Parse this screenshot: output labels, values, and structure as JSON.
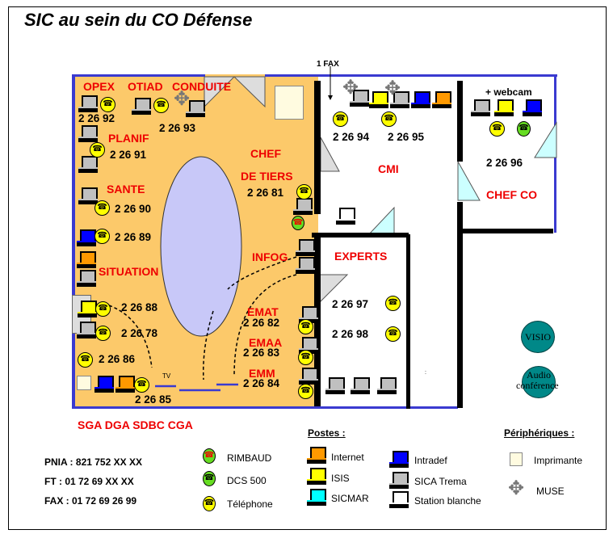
{
  "title": "SIC au sein du CO Défense",
  "rooms": {
    "opex": "OPEX",
    "otiad": "OTIAD",
    "conduite": "CONDUITE",
    "planif": "PLANIF",
    "sante": "SANTE",
    "situation": "SITUATION",
    "chef_de_tiers_1": "CHEF",
    "chef_de_tiers_2": "DE TIERS",
    "infog": "INFOG",
    "emat": "EMAT",
    "emaa": "EMAA",
    "emm": "EMM",
    "cmi": "CMI",
    "chef_co": "CHEF CO",
    "experts": "EXPERTS",
    "sga": "SGA DGA SDBC CGA"
  },
  "numbers": {
    "n92": "2 26 92",
    "n93": "2 26 93",
    "n91": "2 26 91",
    "n90": "2 26 90",
    "n89": "2 26 89",
    "n88": "2 26 88",
    "n78": "2 26 78",
    "n86": "2 26 86",
    "n85": "2 26 85",
    "n81": "2 26 81",
    "n82": "2 26 82",
    "n83": "2 26 83",
    "n84": "2 26 84",
    "n94": "2 26 94",
    "n95": "2 26 95",
    "n96": "2 26 96",
    "n97": "2 26 97",
    "n98": "2 26 98"
  },
  "labels": {
    "fax": "1 FAX",
    "webcam": "+ webcam",
    "tv": "TV",
    "visio": "VISIO",
    "audio1": "Audio",
    "audio2": "conférence",
    "dot": ":"
  },
  "contacts": {
    "pnia": "PNIA : 821 752 XX XX",
    "ft": "FT : 01 72 69 XX XX",
    "fax": "FAX : 01 72 69 26 99"
  },
  "legend": {
    "phones": [
      "RIMBAUD",
      "DCS 500",
      "Téléphone"
    ],
    "postes_title": "Postes :",
    "postes": [
      "Internet",
      "ISIS",
      "SICMAR",
      "Intradef",
      "SICA Trema",
      "Station blanche"
    ],
    "periph_title": "Périphériques :",
    "periph": [
      "Imprimante",
      "MUSE"
    ]
  },
  "colors": {
    "internet": "#ff9900",
    "isis": "#ffff00",
    "sicmar": "#00ffff",
    "intradef": "#0000ff",
    "sica": "#c0c0c0",
    "station": "#ffffff",
    "room": "#fcc96a",
    "table": "#c8c8f8"
  }
}
